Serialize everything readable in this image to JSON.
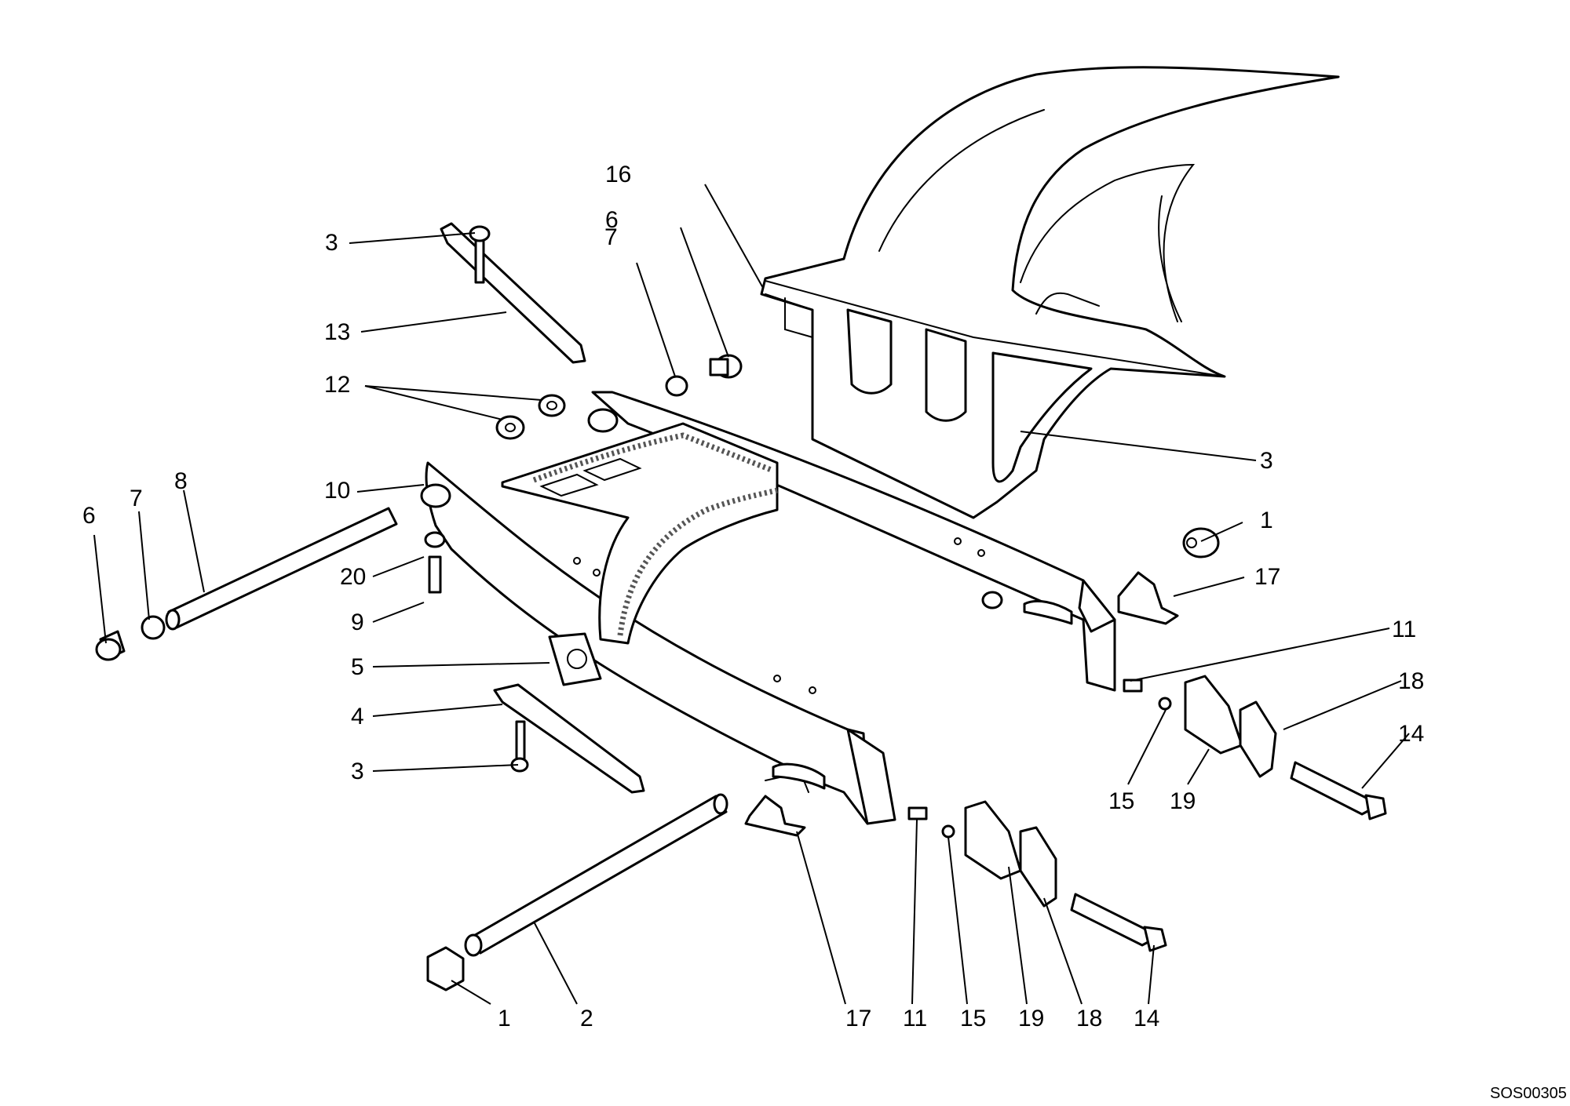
{
  "drawing_code": "SOS00305",
  "callouts": {
    "c16": "16",
    "c6a": "6",
    "c7a": "7",
    "c3a": "3",
    "c13": "13",
    "c12": "12",
    "c10": "10",
    "c6b": "6",
    "c7b": "7",
    "c8": "8",
    "c20": "20",
    "c9": "9",
    "c5": "5",
    "c4": "4",
    "c3b": "3",
    "c3c": "3",
    "c1a": "1",
    "c17a": "17",
    "c11a": "11",
    "c18a": "18",
    "c14a": "14",
    "c15a": "15",
    "c19a": "19",
    "c1b": "1",
    "c2": "2",
    "c17b": "17",
    "c11b": "11",
    "c15b": "15",
    "c19b": "19",
    "c18b": "18",
    "c14b": "14"
  }
}
